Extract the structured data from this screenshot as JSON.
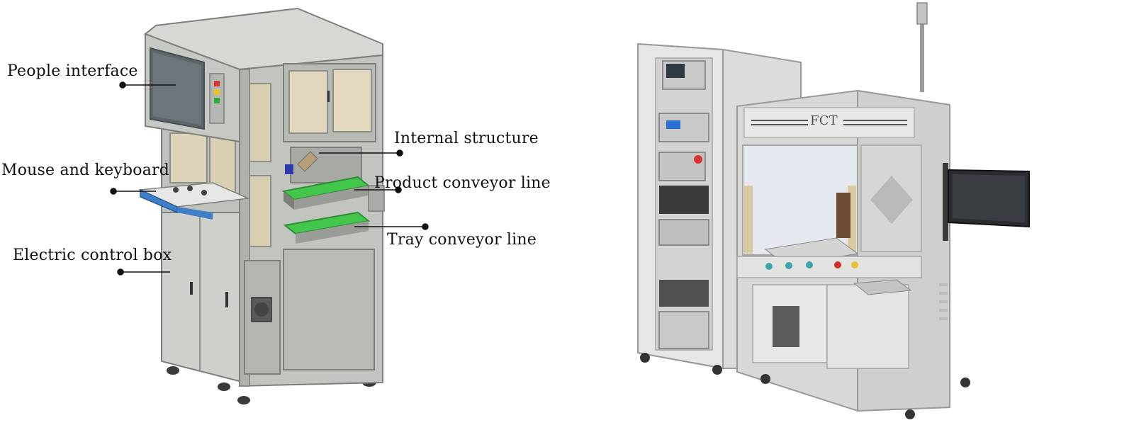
{
  "left_figure": {
    "labels": {
      "people_interface": "People interface",
      "mouse_keyboard": "Mouse and keyboard",
      "electric_box": "Electric control box",
      "internal_structure": "Internal structure",
      "product_conveyor": "Product conveyor line",
      "tray_conveyor": "Tray conveyor line"
    }
  },
  "right_figure": {
    "machine_badge": "FCT"
  },
  "colors": {
    "frame": "#b9bbb7",
    "frame_dark": "#8d8f8b",
    "panel": "#d6d7d3",
    "glass": "#ddd3b8",
    "conveyor_green": "#43c64b",
    "keyboard_blue": "#3f7fc8",
    "cabinet_light": "#e4e5e2"
  }
}
